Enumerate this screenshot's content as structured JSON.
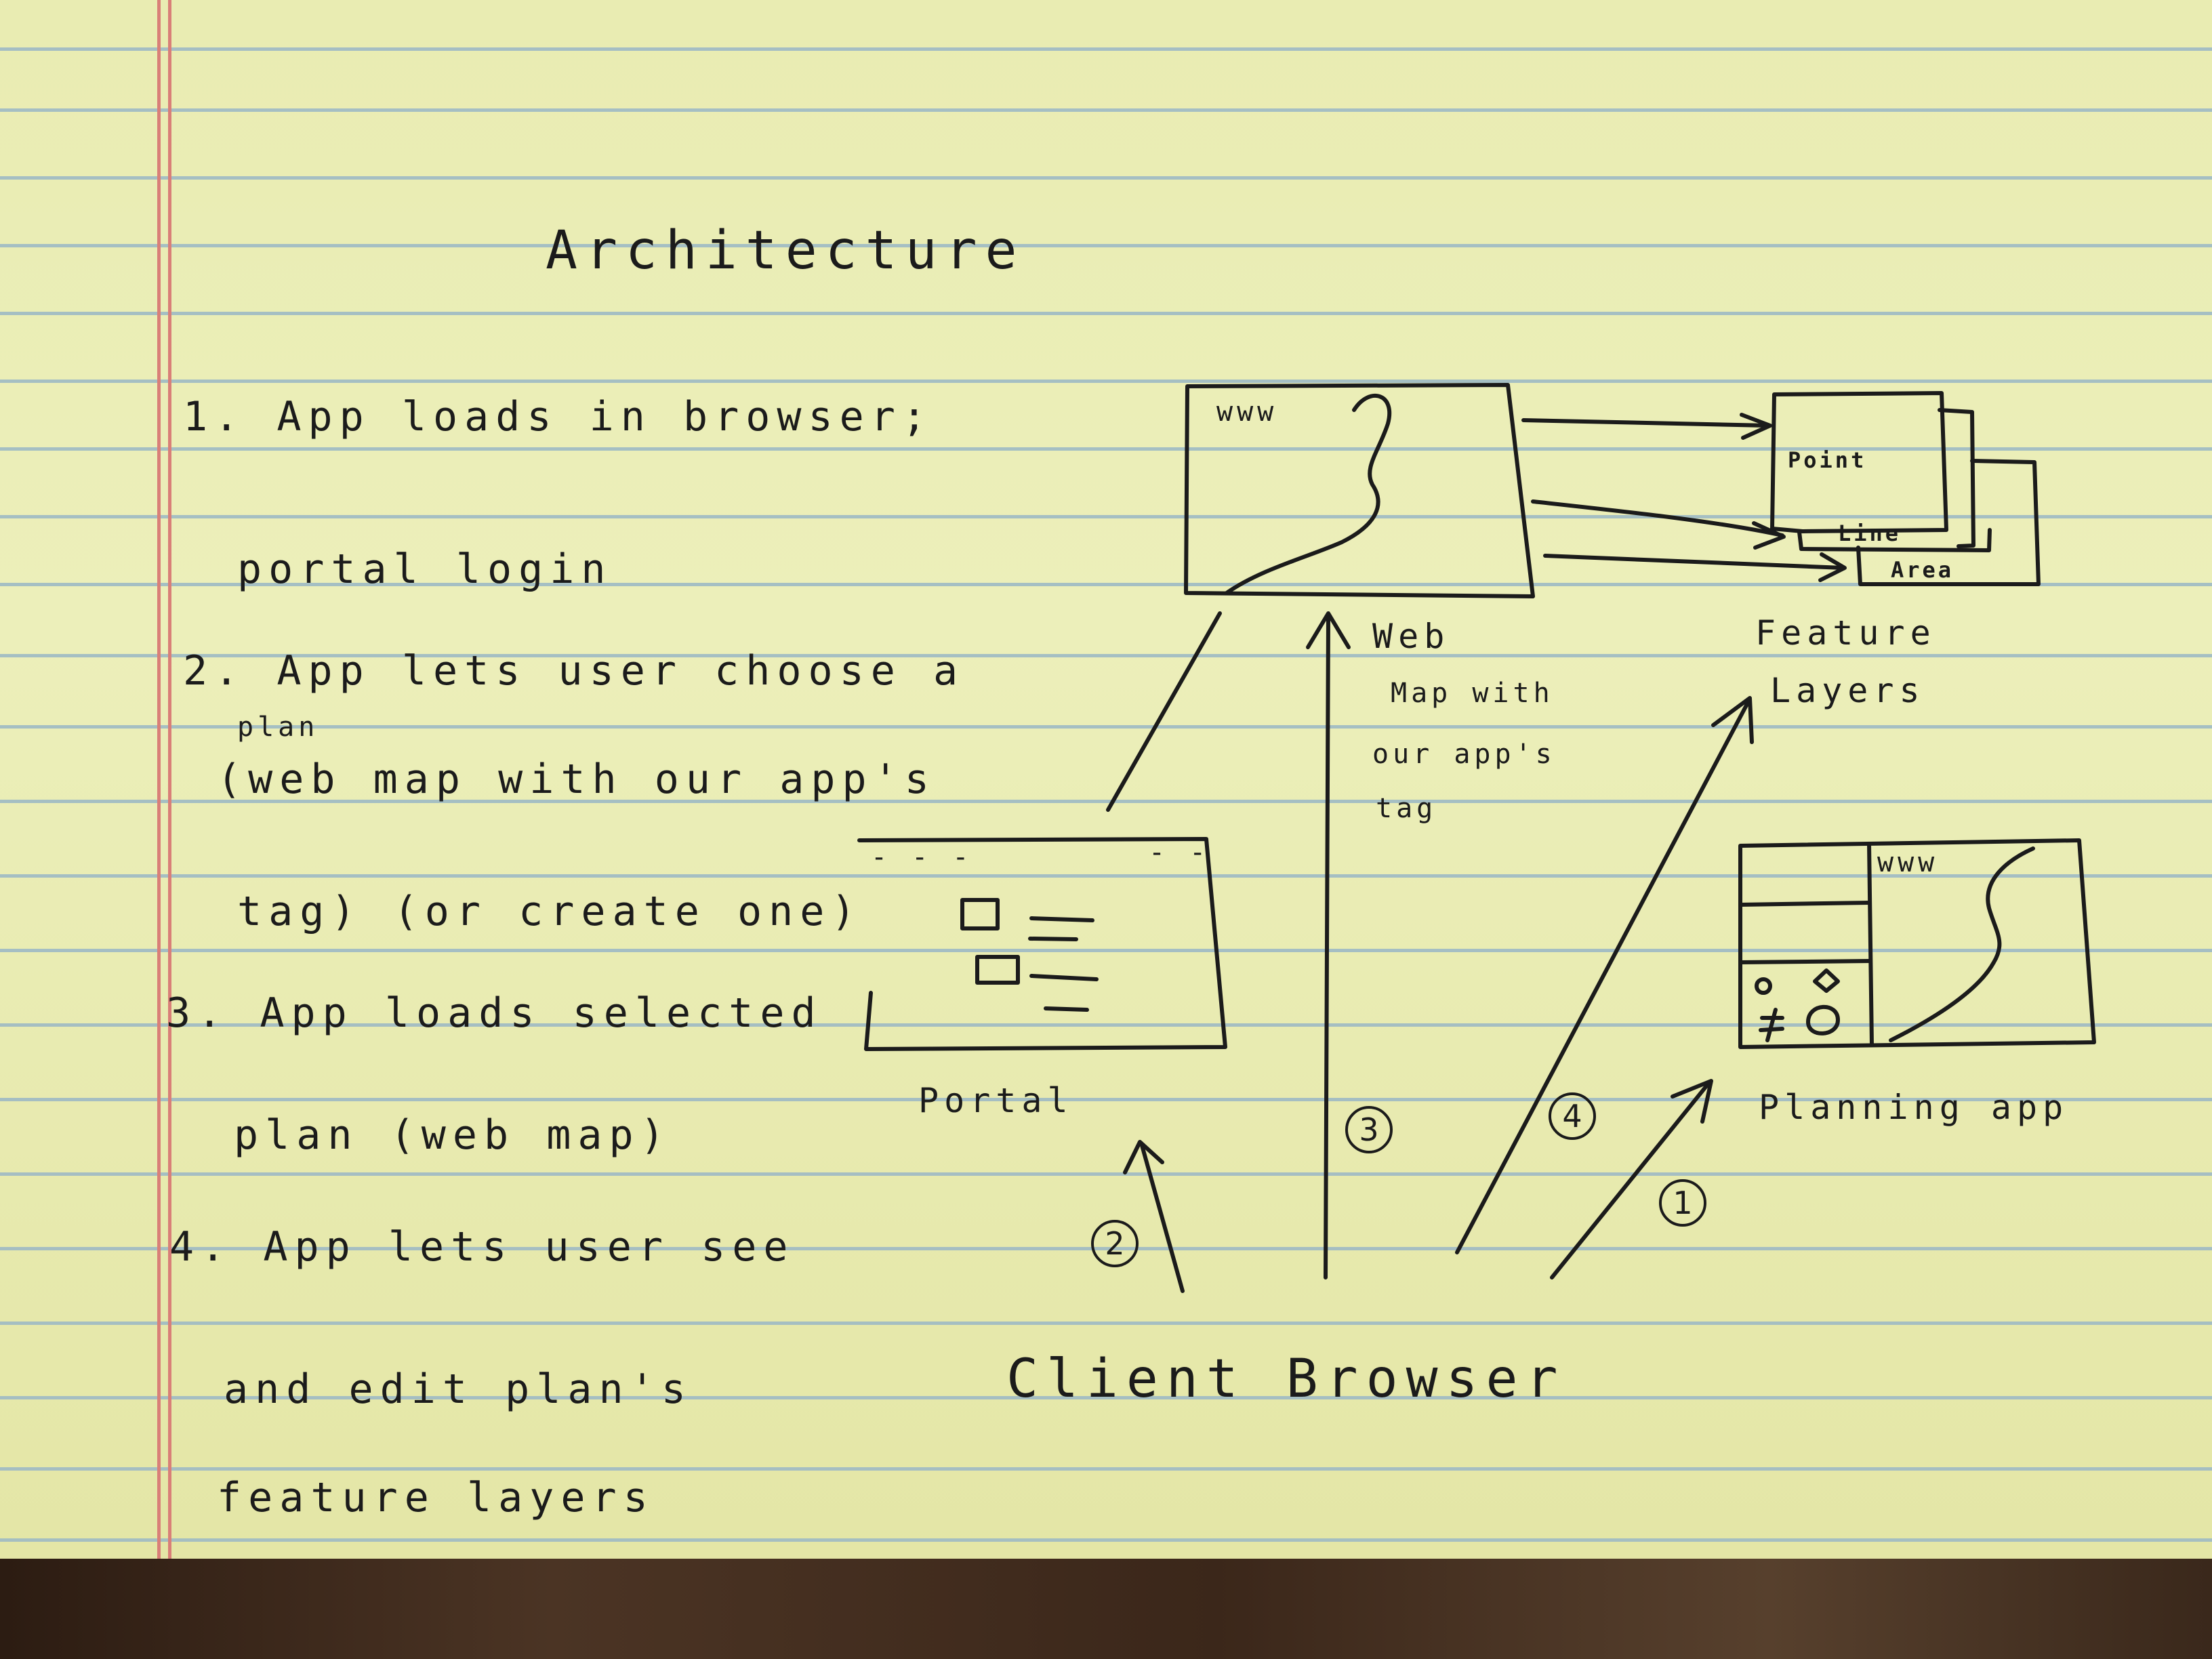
{
  "title": "Architecture",
  "steps": [
    {
      "line1": "1. App loads in browser;",
      "line2": "portal login"
    },
    {
      "line1": "2. App lets user choose a",
      "line2": "plan",
      "line3": "(web map with our app's",
      "line4": "tag) (or create one)"
    },
    {
      "line1": "3. App loads selected",
      "line2": "plan (web map)"
    },
    {
      "line1": "4. App lets user see",
      "line2": "and edit plan's",
      "line3": "feature layers"
    }
  ],
  "webmap": {
    "browser_label": "www",
    "caption_line1": "Web",
    "caption_line2": "Map with",
    "caption_line3": "our app's",
    "caption_line4": "tag"
  },
  "feature_layers": {
    "point": "Point",
    "line": "Line",
    "area": "Area",
    "caption_line1": "Feature",
    "caption_line2": "Layers"
  },
  "portal": {
    "caption": "Portal",
    "dashes_left": "- - -",
    "dashes_right": "- -"
  },
  "planning_app": {
    "browser_label": "www",
    "caption": "Planning app"
  },
  "client": {
    "caption": "Client Browser"
  },
  "arrow_numbers": {
    "one": "1",
    "two": "2",
    "three": "3",
    "four": "4"
  },
  "colors": {
    "paper": "#eceeb6",
    "rule": "#9db9c4",
    "margin_line": "#d97f78",
    "ink": "#1b1b1b",
    "desk": "#3b2819"
  }
}
